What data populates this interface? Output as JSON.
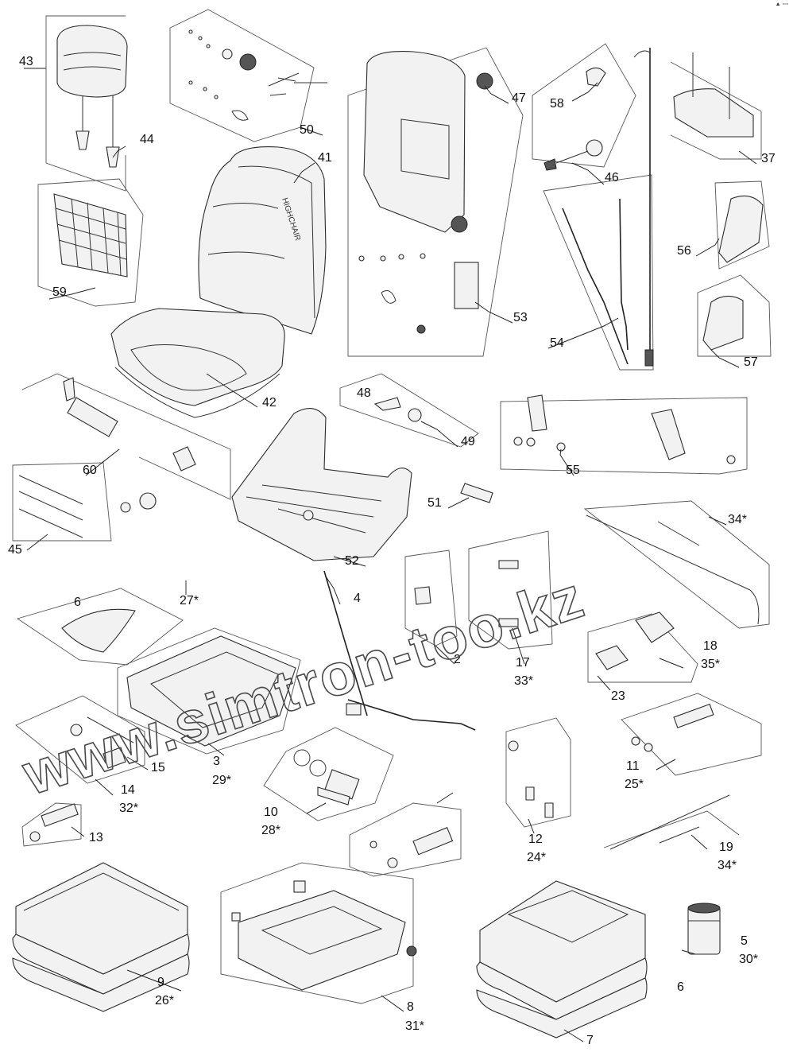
{
  "corner_mark": "▲ ▫▫▫",
  "watermark": "www.simtron-too.kz",
  "brand_on_backrest": "HIGHCHAIR",
  "callouts": [
    "43",
    "44",
    "50",
    "41",
    "47",
    "58",
    "37",
    "46",
    "59",
    "53",
    "56",
    "54",
    "57",
    "42",
    "48",
    "49",
    "60",
    "55",
    "51",
    "45",
    "52",
    "34*",
    "2",
    "17",
    "33*",
    "6",
    "27*",
    "4",
    "18",
    "35*",
    "23",
    "3",
    "29*",
    "15",
    "14",
    "32*",
    "10",
    "28*",
    "11",
    "25*",
    "12",
    "24*",
    "13",
    "19",
    "34*",
    "9",
    "26*",
    "8",
    "31*",
    "7",
    "5",
    "30*",
    "6"
  ]
}
